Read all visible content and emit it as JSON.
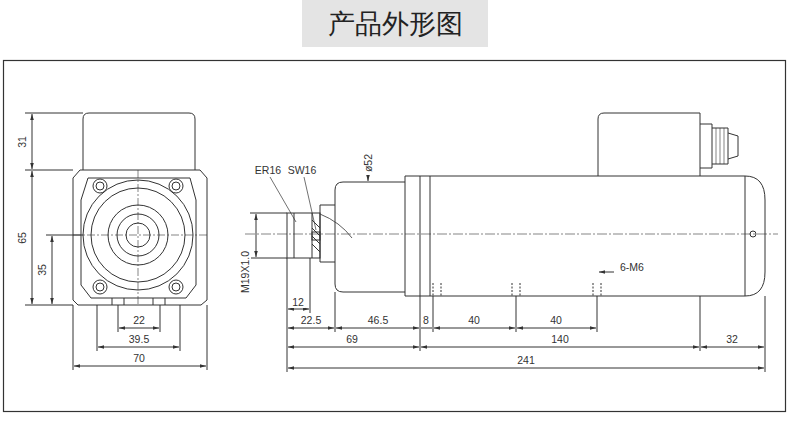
{
  "diagram": {
    "title": "产品外形图",
    "labels": [
      "31",
      "65",
      "35",
      "22",
      "39.5",
      "70",
      "ER16",
      "SW16",
      "ø52",
      "M19X1.0",
      "12",
      "6-M6",
      "22.5",
      "46.5",
      "8",
      "40",
      "40",
      "69",
      "140",
      "32",
      "241"
    ]
  }
}
